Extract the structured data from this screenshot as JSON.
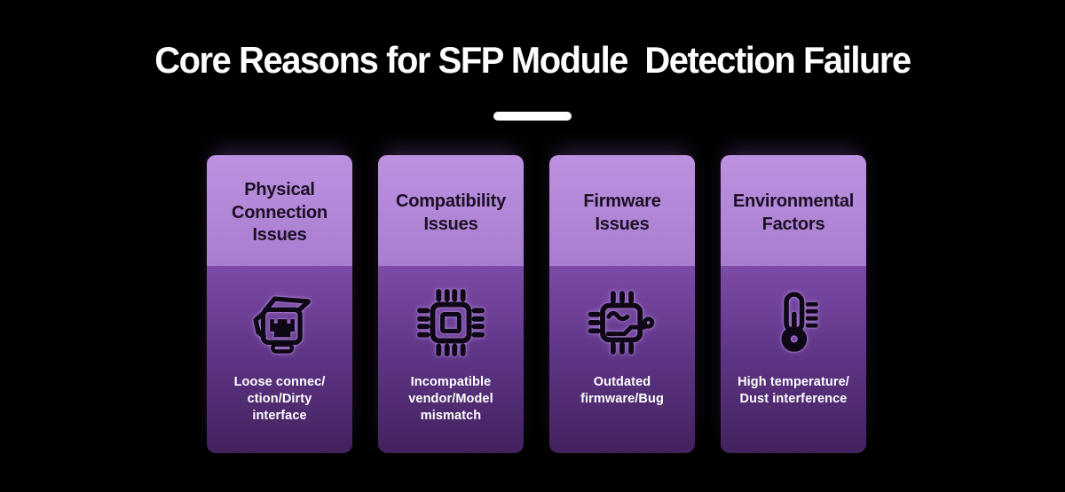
{
  "header": {
    "title": "Core Reasons for SFP Module  Detection Failure",
    "underline": "pill-dash"
  },
  "cards": [
    {
      "id": "physical-connection-issues",
      "title": "Physical\nConnection\nIssues",
      "icon": "ethernet-port-icon",
      "description": "Loose connec/\nction/Dirty\ninterface"
    },
    {
      "id": "compatibility-issues",
      "title": "Compatibility\nIssues",
      "icon": "cpu-chip-icon",
      "description": "Incompatible\nvendor/Model\nmismatch"
    },
    {
      "id": "firmware-issues",
      "title": "Firmware\nIssues",
      "icon": "firmware-chip-icon",
      "description": "Outdated\nfirmware/Bug"
    },
    {
      "id": "environmental-factors",
      "title": "Environmental\nFactors",
      "icon": "thermometer-icon",
      "description": "High temperature/\nDust interference"
    }
  ],
  "colors": {
    "background": "#000000",
    "title_text": "#ffffff",
    "underline": "#ffffff",
    "card_top_gradient_start": "#bc92e0",
    "card_top_gradient_end": "#a87ccf",
    "card_bottom_gradient_start": "#7d4ba7",
    "card_bottom_gradient_mid": "#62388a",
    "card_bottom_gradient_end": "#42215d",
    "card_title_text": "#1b1024",
    "body_text": "#ffffff",
    "icon_color": "#0e0716"
  }
}
